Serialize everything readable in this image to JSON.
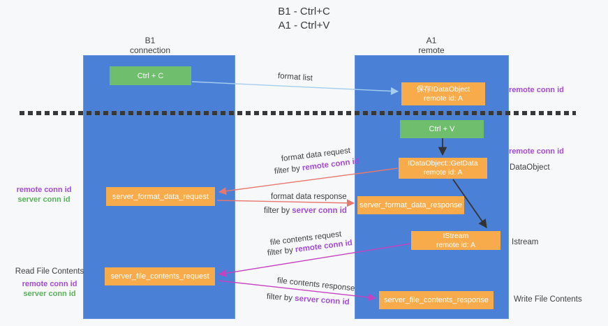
{
  "title": {
    "line1": "B1 - Ctrl+C",
    "line2": "A1 - Ctrl+V"
  },
  "columns": {
    "left": {
      "name": "B1",
      "role": "connection"
    },
    "right": {
      "name": "A1",
      "role": "remote"
    }
  },
  "boxes": {
    "ctrl_c": {
      "label": "Ctrl + C"
    },
    "ctrl_v": {
      "label": "Ctrl + V"
    },
    "store_idataobject": {
      "line1": "保存IDataObject",
      "line2": "remote id: A"
    },
    "getdata": {
      "line1": "IDataObject::GetData",
      "line2": "remote id: A"
    },
    "istream": {
      "line1": "IStream",
      "line2": "remote id: A"
    },
    "server_format_data_request": {
      "label": "server_format_data_request"
    },
    "server_format_data_response": {
      "label": "server_format_data_response"
    },
    "server_file_contents_request": {
      "label": "server_file_contents_request"
    },
    "server_file_contents_response": {
      "label": "server_file_contents_response"
    }
  },
  "flow_labels": {
    "format_list": "format list",
    "format_data_request": "format data request",
    "format_data_request_filter": {
      "prefix": "filter by",
      "value": "remote conn id"
    },
    "format_data_response": "format data response",
    "format_data_response_filter": {
      "prefix": "filter by",
      "value": "server conn id"
    },
    "file_contents_request": "file contents request",
    "file_contents_request_filter": {
      "prefix": "filter by",
      "value": "remote conn id"
    },
    "file_contents_response": "file contents response",
    "file_contents_response_filter": {
      "prefix": "filter by",
      "value": "server conn id"
    }
  },
  "side_labels": {
    "right_remote_conn_id_top": "remote conn id",
    "right_remote_conn_id_mid": "remote conn id",
    "right_dataobject": "DataObject",
    "right_istream": "Istream",
    "right_write_file_contents": "Write File Contents",
    "left_remote_conn_id_top": "remote conn id",
    "left_server_conn_id_top": "server conn id",
    "left_read_file_contents": "Read File Contents",
    "left_remote_conn_id_bottom": "remote conn id",
    "left_server_conn_id_bottom": "server conn id"
  },
  "colors": {
    "column_blue": "#4a80d5",
    "box_orange": "#f8ab4b",
    "box_green": "#6fbe6d",
    "arrow_lightblue": "#a5cdf0",
    "arrow_salmon": "#e8786e",
    "arrow_magenta": "#c542c0",
    "arrow_dark": "#333333",
    "text_purple": "#a64ad9",
    "text_green": "#57b357",
    "dashed_line": "#383838"
  }
}
